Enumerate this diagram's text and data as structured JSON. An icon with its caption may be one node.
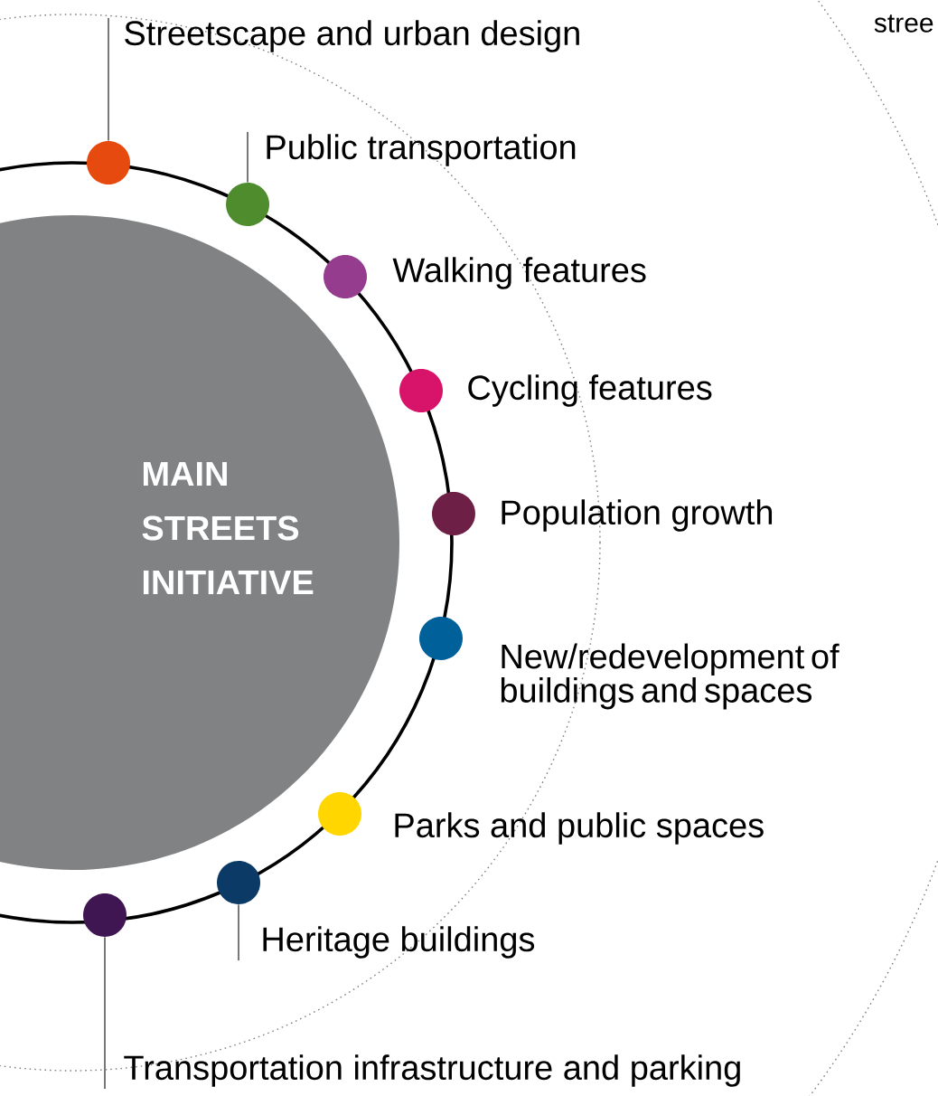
{
  "diagram": {
    "nodes": [
      {
        "text": [
          "MAIN STREETS INITIATIVE"
        ]
      },
      {
        "text": [
          "Streetscape and urban design"
        ]
      },
      {
        "text": [],
        "shape": "circle"
      },
      {
        "text": [
          "Public transportation"
        ]
      },
      {
        "text": [],
        "shape": "circle"
      },
      {
        "text": [],
        "shape": "circle"
      },
      {
        "text": [],
        "shape": "circle"
      },
      {
        "text": [],
        "shape": "circle"
      },
      {
        "text": [],
        "shape": "circle"
      },
      {
        "text": [],
        "shape": "circle"
      },
      {
        "text": [],
        "shape": "circle"
      },
      {
        "text": [
          "Heritage buildings"
        ]
      },
      {
        "text": [],
        "shape": "circle"
      },
      {
        "text": [
          "Transportation infrastructure and parking"
        ]
      }
    ],
    "edges": [
      {
        "from": 1,
        "to": 2,
        "arrow": "none"
      },
      {
        "from": 3,
        "to": 4,
        "arrow": "none"
      },
      {
        "from": 11,
        "to": 10,
        "arrow": "none"
      },
      {
        "from": 13,
        "to": 12,
        "arrow": "none"
      }
    ],
    "labels": [
      "stree",
      "Walking features",
      "Cycling features",
      "Population growth",
      "New/redevelopment of buildings and spaces",
      "Parks and public spaces"
    ]
  }
}
